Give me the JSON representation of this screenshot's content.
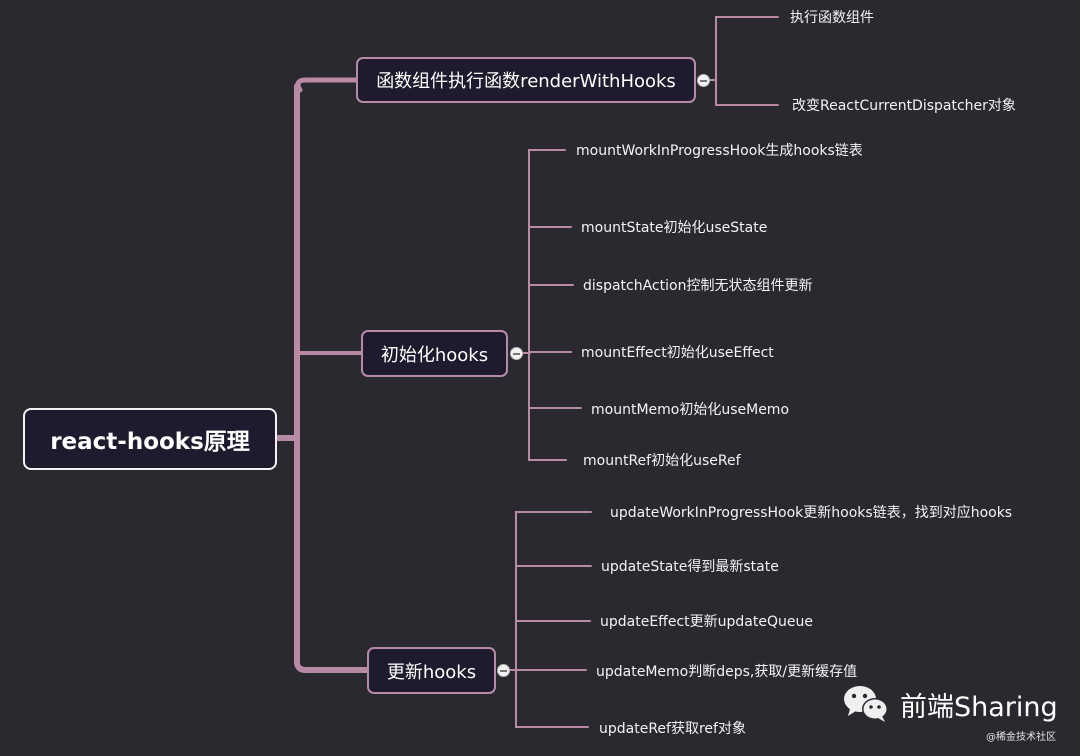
{
  "mindmap": {
    "root": {
      "label": "react-hooks原理"
    },
    "branches": [
      {
        "label": "函数组件执行函数renderWithHooks",
        "children": [
          "执行函数组件",
          "改变ReactCurrentDispatcher对象"
        ]
      },
      {
        "label": "初始化hooks",
        "children": [
          "mountWorkInProgressHook生成hooks链表",
          "mountState初始化useState",
          "dispatchAction控制无状态组件更新",
          "mountEffect初始化useEffect",
          "mountMemo初始化useMemo",
          "mountRef初始化useRef"
        ]
      },
      {
        "label": "更新hooks",
        "children": [
          "updateWorkInProgressHook更新hooks链表，找到对应hooks",
          "updateState得到最新state",
          "updateEffect更新updateQueue",
          "updateMemo判断deps,获取/更新缓存值",
          "updateRef获取ref对象"
        ]
      }
    ]
  },
  "colors": {
    "background": "#2a2930",
    "node_fill": "#1f1b2e",
    "root_border": "#f2f2f2",
    "branch_line": "#b98aa6"
  },
  "watermark": {
    "icon": "wechat-icon",
    "title": "前端Sharing",
    "subtitle": "@稀金技术社区"
  }
}
